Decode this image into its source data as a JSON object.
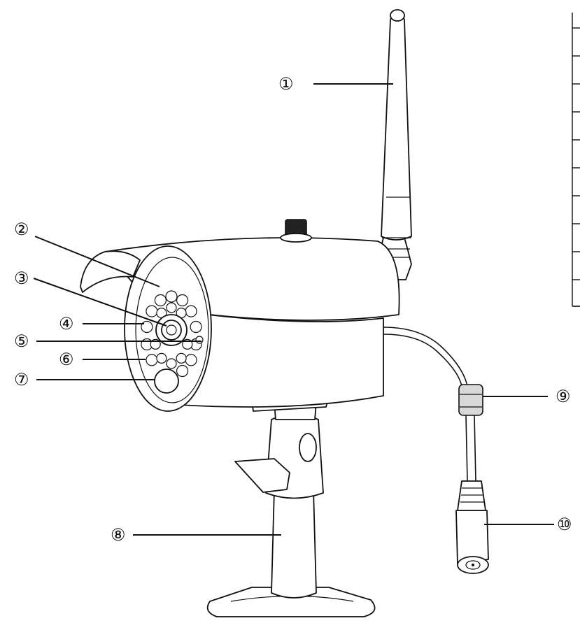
{
  "callouts": [
    {
      "id": "1",
      "label": "①"
    },
    {
      "id": "2",
      "label": "②"
    },
    {
      "id": "3",
      "label": "③"
    },
    {
      "id": "4",
      "label": "④"
    },
    {
      "id": "5",
      "label": "⑤"
    },
    {
      "id": "6",
      "label": "⑥"
    },
    {
      "id": "7",
      "label": "⑦"
    },
    {
      "id": "8",
      "label": "⑧"
    },
    {
      "id": "9",
      "label": "⑨"
    },
    {
      "id": "10",
      "label": "⑩"
    }
  ],
  "parts_table": {
    "row_count": 11,
    "rows": []
  },
  "colors": {
    "line": "#111111",
    "background": "#ffffff"
  }
}
